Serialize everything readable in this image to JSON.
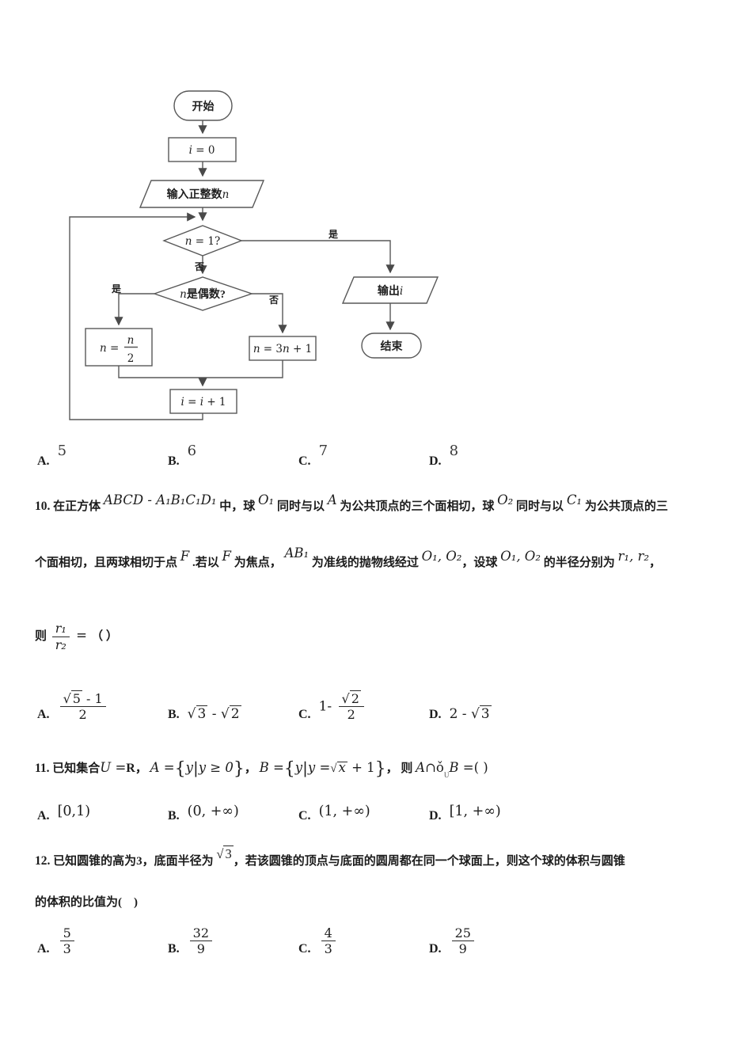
{
  "page": {
    "background": "#ffffff",
    "ink": "#1c1c1c",
    "line_color": "#585858"
  },
  "flowchart": {
    "start": "开始",
    "end": "结束",
    "init_var": "i",
    "init_rest": " = 0",
    "input_label": "输入正整数",
    "input_var": "n",
    "cond1_var": "n",
    "cond1_rest": " = 1?",
    "yes": "是",
    "no": "否",
    "cond2_var": "n",
    "cond2_rest": "是偶数?",
    "half_var": "n",
    "half_eq": " =",
    "half_num": "n",
    "half_den": "2",
    "triple_var1": "n",
    "triple_mid": " = 3",
    "triple_var2": "n",
    "triple_end": " + 1",
    "inc_var1": "i",
    "inc_mid": " = ",
    "inc_var2": "i",
    "inc_end": " + 1",
    "out_label": "输出",
    "out_var": "i"
  },
  "q9": {
    "options": [
      {
        "label": "A.",
        "value": [
          {
            "t": "5"
          }
        ]
      },
      {
        "label": "B.",
        "value": [
          {
            "t": "6"
          }
        ]
      },
      {
        "label": "C.",
        "value": [
          {
            "t": "7"
          }
        ]
      },
      {
        "label": "D.",
        "value": [
          {
            "t": "8"
          }
        ]
      }
    ]
  },
  "q10": {
    "line1": [
      {
        "t": "10.",
        "s": "qnum"
      },
      {
        "t": " 在正方体 ",
        "s": "cn"
      },
      {
        "t": "ABCD - A₁B₁C₁D₁",
        "s": "m"
      },
      {
        "t": " 中，球 ",
        "s": "cn"
      },
      {
        "t": "O₁",
        "s": "m"
      },
      {
        "t": " 同时与以 ",
        "s": "cn"
      },
      {
        "t": "A",
        "s": "m"
      },
      {
        "t": " 为公共顶点的三个面相切，球 ",
        "s": "cn"
      },
      {
        "t": "O₂",
        "s": "m"
      },
      {
        "t": " 同时与以 ",
        "s": "cn"
      },
      {
        "t": "C₁",
        "s": "m"
      },
      {
        "t": " 为公共顶点的三",
        "s": "cn"
      }
    ],
    "line2": [
      {
        "t": "个面相切，且两球相切于点 ",
        "s": "cn"
      },
      {
        "t": "F",
        "s": "m"
      },
      {
        "t": " .若以 ",
        "s": "cn"
      },
      {
        "t": "F",
        "s": "m"
      },
      {
        "t": " 为焦点， ",
        "s": "cn"
      },
      {
        "t": "AB₁",
        "s": "m2"
      },
      {
        "t": " 为准线的抛物线经过 ",
        "s": "cn"
      },
      {
        "t": "O₁,  O₂",
        "s": "m"
      },
      {
        "t": "，设球 ",
        "s": "cn"
      },
      {
        "t": "O₁,  O₂",
        "s": "m"
      },
      {
        "t": " 的半径分别为 ",
        "s": "cn"
      },
      {
        "t": "r₁,  r₂",
        "s": "m"
      },
      {
        "t": "，",
        "s": "cn"
      }
    ],
    "line3": [
      {
        "t": "则 ",
        "s": "cn"
      },
      {
        "frac": {
          "num": [
            {
              "t": "r₁",
              "s": "fit"
            }
          ],
          "den": [
            {
              "t": "r₂",
              "s": "fit"
            }
          ]
        }
      },
      {
        "t": " =  ",
        "s": "m0"
      },
      {
        "t": "（  ）",
        "s": "cn"
      }
    ],
    "options": [
      {
        "label": "A.",
        "value": [
          {
            "frac": {
              "num": [
                {
                  "sqrt": {
                    "sign": "√",
                    "rad": [
                      {
                        "t": "5"
                      }
                    ]
                  }
                },
                {
                  "t": " - 1"
                }
              ],
              "den": [
                {
                  "t": "2"
                }
              ]
            }
          }
        ]
      },
      {
        "label": "B.",
        "value": [
          {
            "sqrt": {
              "sign": "√",
              "rad": [
                {
                  "t": "3"
                }
              ]
            }
          },
          {
            "t": " - "
          },
          {
            "sqrt": {
              "sign": "√",
              "rad": [
                {
                  "t": "2"
                }
              ]
            }
          }
        ]
      },
      {
        "label": "C.",
        "value": [
          {
            "t": "1- "
          },
          {
            "frac": {
              "num": [
                {
                  "sqrt": {
                    "sign": "√",
                    "rad": [
                      {
                        "t": "2"
                      }
                    ]
                  }
                }
              ],
              "den": [
                {
                  "t": "2"
                }
              ]
            }
          }
        ]
      },
      {
        "label": "D.",
        "value": [
          {
            "t": "2 - "
          },
          {
            "sqrt": {
              "sign": "√",
              "rad": [
                {
                  "t": "3"
                }
              ]
            }
          }
        ]
      }
    ]
  },
  "q11": {
    "line": [
      {
        "t": "11.",
        "s": "qnum"
      },
      {
        "t": " 已知集合",
        "s": "cn"
      },
      {
        "t": "U",
        "s": "mi0"
      },
      {
        "t": " =",
        "s": "m0"
      },
      {
        "t": "R",
        "s": "mbold"
      },
      {
        "t": "， ",
        "s": "cn"
      },
      {
        "t": "A =",
        "s": "mi0"
      },
      {
        "t": "{",
        "s": "brace"
      },
      {
        "t": "y",
        "s": "mi0"
      },
      {
        "t": "|",
        "s": "bar"
      },
      {
        "t": "y ≥ 0",
        "s": "mi0"
      },
      {
        "t": "}",
        "s": "brace"
      },
      {
        "t": "， ",
        "s": "cn"
      },
      {
        "t": "B =",
        "s": "mi0"
      },
      {
        "t": "{",
        "s": "brace"
      },
      {
        "t": "y",
        "s": "mi0"
      },
      {
        "t": "|",
        "s": "bar"
      },
      {
        "t": "y =",
        "s": "mi0"
      },
      {
        "sqrt": {
          "sign": "√",
          "rad": [
            {
              "t": "x",
              "s": "mi0"
            }
          ]
        }
      },
      {
        "t": " + 1",
        "s": "m0"
      },
      {
        "t": "}",
        "s": "brace"
      },
      {
        "t": "， 则 ",
        "s": "cn"
      },
      {
        "t": "A",
        "s": "mi0"
      },
      {
        "t": "∩",
        "s": "m0"
      },
      {
        "t": "ǒ",
        "s": "m0"
      },
      {
        "t": "U",
        "s": "csub"
      },
      {
        "t": "B",
        "s": "mi0"
      },
      {
        "t": " =(  )",
        "s": "m0"
      }
    ],
    "options": [
      {
        "label": "A.",
        "value": [
          {
            "t": "[0,1)"
          }
        ]
      },
      {
        "label": "B.",
        "value": [
          {
            "t": "(0, +∞)"
          }
        ]
      },
      {
        "label": "C.",
        "value": [
          {
            "t": "(1, +∞)"
          }
        ]
      },
      {
        "label": "D.",
        "value": [
          {
            "t": "[1, +∞)"
          }
        ]
      }
    ]
  },
  "q12": {
    "line1": [
      {
        "t": "12.",
        "s": "qnum"
      },
      {
        "t": " 已知圆锥的高为3，底面半径为 ",
        "s": "cn"
      },
      {
        "sqrt": {
          "sign": "√",
          "rad": [
            {
              "t": "3"
            }
          ]
        },
        "s": "mr"
      },
      {
        "t": "，若该圆锥的顶点与底面的圆周都在同一个球面上，则这个球的体积与圆锥",
        "s": "cn"
      }
    ],
    "line2": [
      {
        "t": "的体积的比值为(　)",
        "s": "cn"
      }
    ],
    "options": [
      {
        "label": "A.",
        "value": [
          {
            "frac": {
              "num": [
                {
                  "t": "5"
                }
              ],
              "den": [
                {
                  "t": "3"
                }
              ]
            }
          }
        ]
      },
      {
        "label": "B.",
        "value": [
          {
            "frac": {
              "num": [
                {
                  "t": "32"
                }
              ],
              "den": [
                {
                  "t": "9"
                }
              ]
            }
          }
        ]
      },
      {
        "label": "C.",
        "value": [
          {
            "frac": {
              "num": [
                {
                  "t": "4"
                }
              ],
              "den": [
                {
                  "t": "3"
                }
              ]
            }
          }
        ]
      },
      {
        "label": "D.",
        "value": [
          {
            "frac": {
              "num": [
                {
                  "t": "25"
                }
              ],
              "den": [
                {
                  "t": "9"
                }
              ]
            }
          }
        ]
      }
    ]
  }
}
